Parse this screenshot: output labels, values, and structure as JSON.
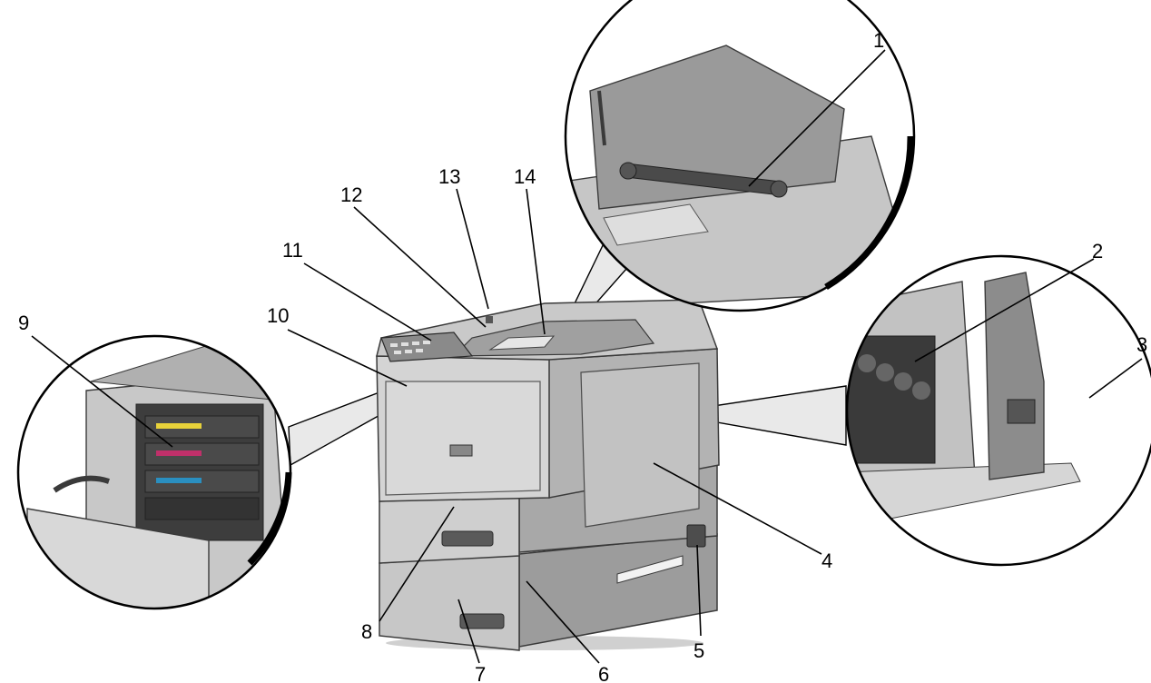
{
  "callouts": [
    {
      "id": "1",
      "label": "1"
    },
    {
      "id": "2",
      "label": "2"
    },
    {
      "id": "3",
      "label": "3"
    },
    {
      "id": "4",
      "label": "4"
    },
    {
      "id": "5",
      "label": "5"
    },
    {
      "id": "6",
      "label": "6"
    },
    {
      "id": "7",
      "label": "7"
    },
    {
      "id": "8",
      "label": "8"
    },
    {
      "id": "9",
      "label": "9"
    },
    {
      "id": "10",
      "label": "10"
    },
    {
      "id": "11",
      "label": "11"
    },
    {
      "id": "12",
      "label": "12"
    },
    {
      "id": "13",
      "label": "13"
    },
    {
      "id": "14",
      "label": "14"
    }
  ],
  "colors": {
    "body_light": "#d9d9d9",
    "body_mid": "#bcbcbc",
    "body_dark": "#8c8c8c",
    "outline": "#3a3a3a",
    "toner_yellow": "#e8d23a",
    "toner_magenta": "#c0306a",
    "toner_cyan": "#2a8fc0",
    "toner_black": "#333333"
  }
}
